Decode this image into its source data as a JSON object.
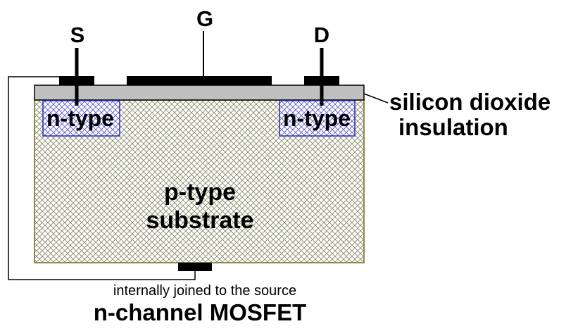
{
  "terminals": {
    "source": "S",
    "gate": "G",
    "drain": "D"
  },
  "regions": {
    "source_region": "n-type",
    "drain_region": "n-type",
    "substrate_line1": "p-type",
    "substrate_line2": "substrate"
  },
  "oxide": {
    "line1": "silicon dioxide",
    "line2": "insulation"
  },
  "note": "internally joined to the source",
  "title": "n-channel MOSFET",
  "colors": {
    "oxide_fill": "#c0c0c0",
    "substrate_hatch": "#7a7a5a",
    "substrate_border": "#8a8a4a",
    "ntype_hatch": "#4040c0",
    "ntype_border": "#2a2ab0",
    "metal": "#000000"
  }
}
